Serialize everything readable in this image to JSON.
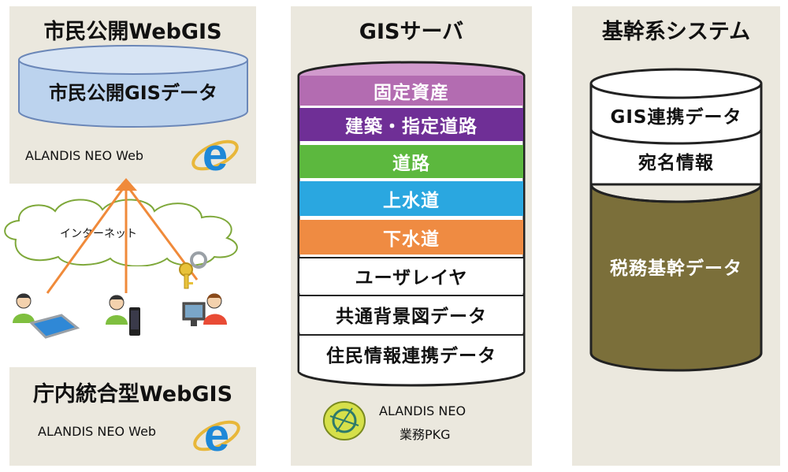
{
  "public_panel": {
    "title": "市民公開WebGIS",
    "db_label": "市民公開GISデータ",
    "client_label": "ALANDIS NEO Web"
  },
  "network": {
    "cloud_label": "インターネット"
  },
  "internal_panel": {
    "title": "庁内統合型WebGIS",
    "client_label": "ALANDIS NEO Web"
  },
  "gis_server": {
    "title": "GISサーバ",
    "layers": [
      {
        "label": "固定資産",
        "color": "#b36cb1"
      },
      {
        "label": "建築・指定道路",
        "color": "#6f2f96"
      },
      {
        "label": "道路",
        "color": "#5cb83e"
      },
      {
        "label": "上水道",
        "color": "#2aa7e0"
      },
      {
        "label": "下水道",
        "color": "#ef8b42"
      },
      {
        "label": "ユーザレイヤ",
        "color": "#ffffff"
      },
      {
        "label": "共通背景図データ",
        "color": "#ffffff"
      },
      {
        "label": "住民情報連携データ",
        "color": "#ffffff"
      }
    ],
    "product_line1": "ALANDIS NEO",
    "product_line2": "業務PKG"
  },
  "core_system": {
    "title": "基幹系システム",
    "layers": [
      {
        "label": "GIS連携データ",
        "color": "#ffffff"
      },
      {
        "label": "宛名情報",
        "color": "#ffffff"
      },
      {
        "label": "税務基幹データ",
        "color": "#7b6f3a"
      }
    ]
  },
  "colors": {
    "panel_bg": "#ebe8de",
    "db_blue": "#bcd3ee",
    "arrow": "#f08a3a"
  }
}
